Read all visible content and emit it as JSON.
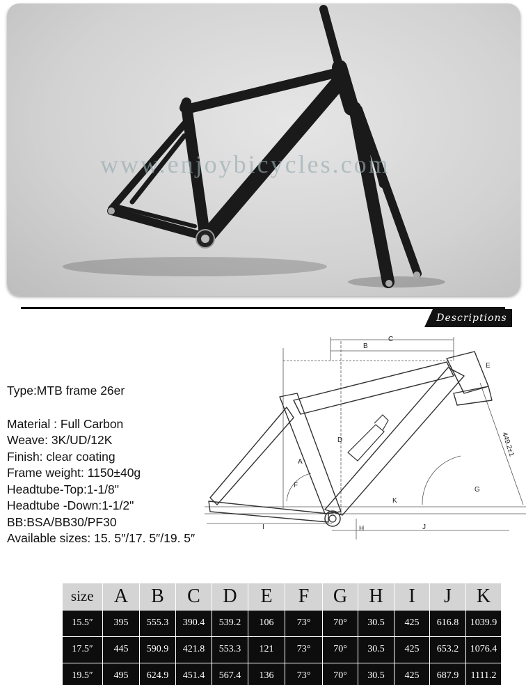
{
  "photo": {
    "watermark": "www.enjoybicycles.com"
  },
  "header": {
    "descriptions_label": "Descriptions"
  },
  "specs": {
    "type": "Type:MTB frame 26er",
    "material": "Material : Full Carbon",
    "weave": "Weave: 3K/UD/12K",
    "finish": "Finish: clear coating",
    "weight": "Frame weight: 1150±40g",
    "headtube_top": "Headtube-Top:1-1/8\"",
    "headtube_down": "Headtube -Down:1-1/2\"",
    "bb": "BB:BSA/BB30/PF30",
    "sizes": "Available sizes: 15. 5″/17. 5″/19. 5″"
  },
  "diagram": {
    "labels": {
      "a": "A",
      "b": "B",
      "c": "C",
      "d": "D",
      "e": "E",
      "f": "F",
      "g": "G",
      "h": "H",
      "i": "I",
      "j": "J",
      "k": "K",
      "fork_length": "449.2±1"
    }
  },
  "table": {
    "headers": [
      "size",
      "A",
      "B",
      "C",
      "D",
      "E",
      "F",
      "G",
      "H",
      "I",
      "J",
      "K"
    ],
    "rows": [
      [
        "15.5″",
        "395",
        "555.3",
        "390.4",
        "539.2",
        "106",
        "73°",
        "70°",
        "30.5",
        "425",
        "616.8",
        "1039.9"
      ],
      [
        "17.5″",
        "445",
        "590.9",
        "421.8",
        "553.3",
        "121",
        "73°",
        "70°",
        "30.5",
        "425",
        "653.2",
        "1076.4"
      ],
      [
        "19.5″",
        "495",
        "624.9",
        "451.4",
        "567.4",
        "136",
        "73°",
        "70°",
        "30.5",
        "425",
        "687.9",
        "1111.2"
      ]
    ]
  },
  "colors": {
    "frame_carbon": "#1a1a1a",
    "table_header_bg": "#d4d4d4",
    "table_body_bg": "#0d0d0d"
  }
}
